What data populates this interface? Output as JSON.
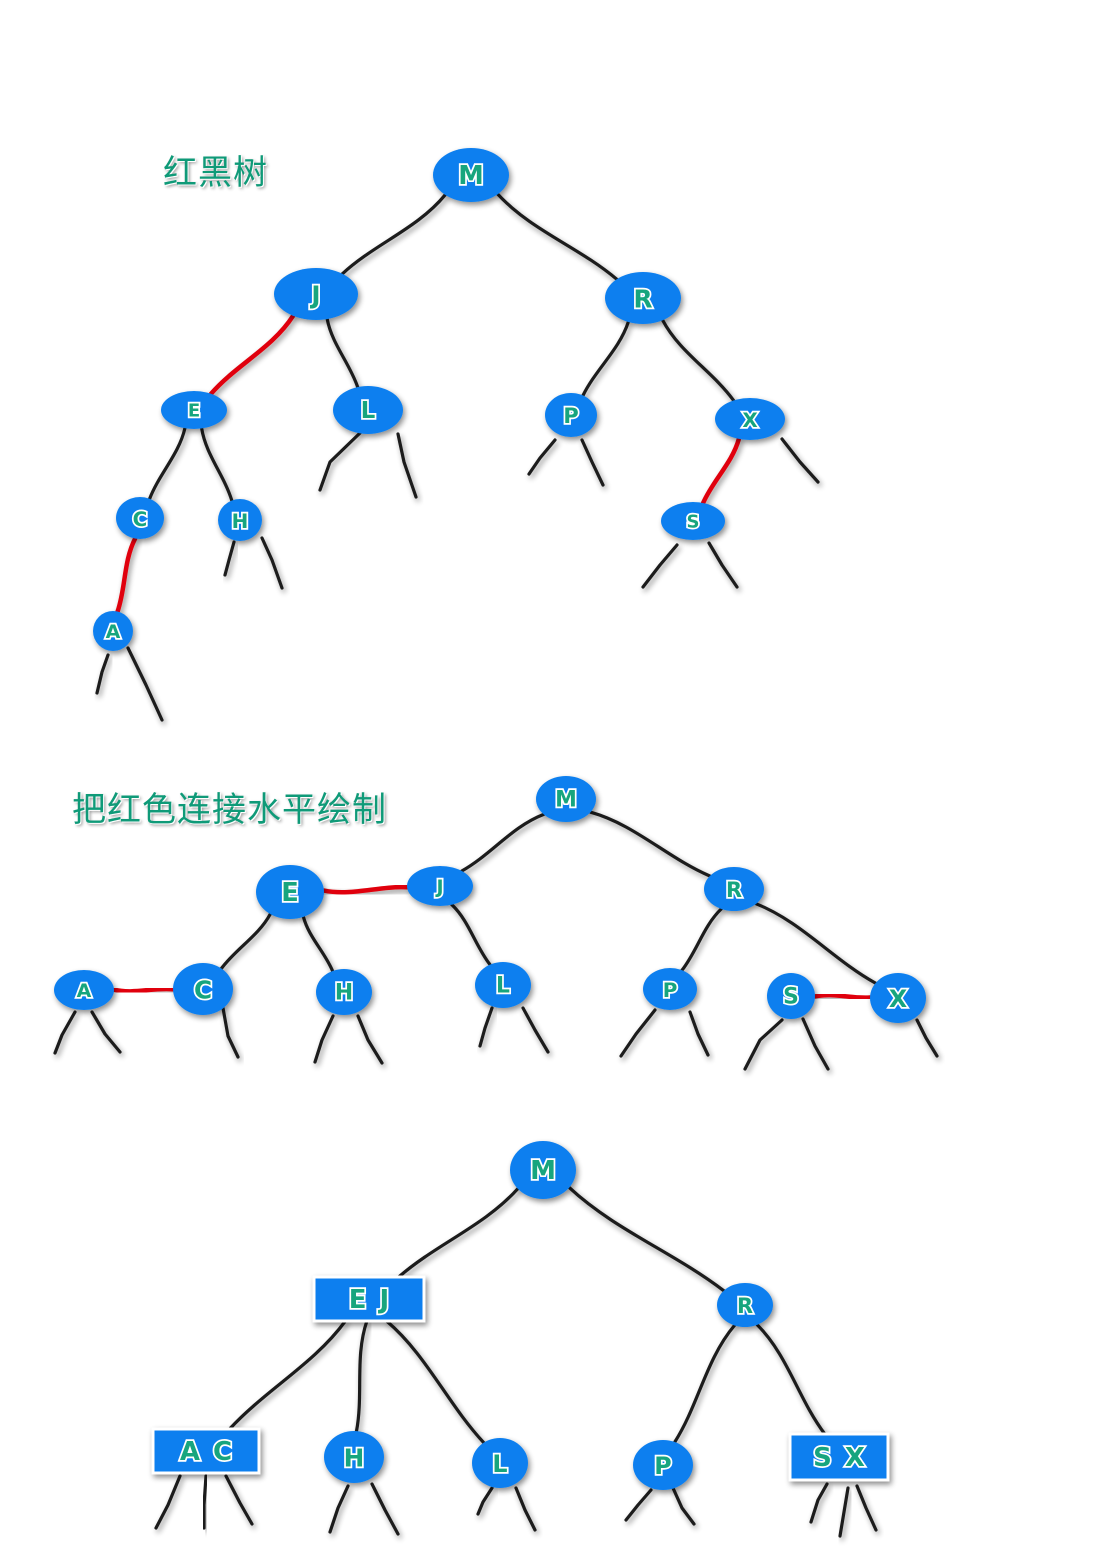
{
  "captions": {
    "red_black_tree": "红黑树",
    "horizontal_red": "把红色连接水平绘制"
  },
  "colors": {
    "node_fill": "#0b7fef",
    "label_text": "#17a57e",
    "red_link": "#e0000a",
    "black_link": "#1b1b1b",
    "caption_text": "#0f9a78"
  },
  "diagrams": [
    {
      "name": "red-black-tree",
      "nodes": [
        {
          "id": "M",
          "label": "M"
        },
        {
          "id": "J",
          "label": "J"
        },
        {
          "id": "R",
          "label": "R"
        },
        {
          "id": "E",
          "label": "E"
        },
        {
          "id": "L",
          "label": "L"
        },
        {
          "id": "P",
          "label": "P"
        },
        {
          "id": "X",
          "label": "X"
        },
        {
          "id": "C",
          "label": "C"
        },
        {
          "id": "H",
          "label": "H"
        },
        {
          "id": "S",
          "label": "S"
        },
        {
          "id": "A",
          "label": "A"
        }
      ],
      "links": [
        {
          "from": "M",
          "to": "J",
          "color": "black"
        },
        {
          "from": "M",
          "to": "R",
          "color": "black"
        },
        {
          "from": "J",
          "to": "E",
          "color": "red"
        },
        {
          "from": "J",
          "to": "L",
          "color": "black"
        },
        {
          "from": "R",
          "to": "P",
          "color": "black"
        },
        {
          "from": "R",
          "to": "X",
          "color": "black"
        },
        {
          "from": "E",
          "to": "C",
          "color": "black"
        },
        {
          "from": "E",
          "to": "H",
          "color": "black"
        },
        {
          "from": "X",
          "to": "S",
          "color": "red"
        },
        {
          "from": "C",
          "to": "A",
          "color": "red"
        }
      ]
    },
    {
      "name": "red-links-horizontal",
      "nodes": [
        {
          "id": "M",
          "label": "M"
        },
        {
          "id": "E",
          "label": "E"
        },
        {
          "id": "J",
          "label": "J"
        },
        {
          "id": "R",
          "label": "R"
        },
        {
          "id": "A",
          "label": "A"
        },
        {
          "id": "C",
          "label": "C"
        },
        {
          "id": "H",
          "label": "H"
        },
        {
          "id": "L",
          "label": "L"
        },
        {
          "id": "P",
          "label": "P"
        },
        {
          "id": "S",
          "label": "S"
        },
        {
          "id": "X",
          "label": "X"
        }
      ],
      "links": [
        {
          "from": "M",
          "to": "J",
          "color": "black"
        },
        {
          "from": "M",
          "to": "R",
          "color": "black"
        },
        {
          "from": "E",
          "to": "J",
          "color": "red"
        },
        {
          "from": "E",
          "to": "C",
          "color": "black"
        },
        {
          "from": "E",
          "to": "H",
          "color": "black"
        },
        {
          "from": "J",
          "to": "L",
          "color": "black"
        },
        {
          "from": "R",
          "to": "P",
          "color": "black"
        },
        {
          "from": "R",
          "to": "X",
          "color": "black"
        },
        {
          "from": "A",
          "to": "C",
          "color": "red"
        },
        {
          "from": "S",
          "to": "X",
          "color": "red"
        }
      ]
    },
    {
      "name": "2-3-tree",
      "nodes": [
        {
          "id": "M",
          "label": "M"
        },
        {
          "id": "EJ",
          "label": "E J"
        },
        {
          "id": "R",
          "label": "R"
        },
        {
          "id": "AC",
          "label": "A C"
        },
        {
          "id": "H",
          "label": "H"
        },
        {
          "id": "L",
          "label": "L"
        },
        {
          "id": "P",
          "label": "P"
        },
        {
          "id": "SX",
          "label": "S X"
        }
      ],
      "links": [
        {
          "from": "M",
          "to": "EJ",
          "color": "black"
        },
        {
          "from": "M",
          "to": "R",
          "color": "black"
        },
        {
          "from": "EJ",
          "to": "AC",
          "color": "black"
        },
        {
          "from": "EJ",
          "to": "H",
          "color": "black"
        },
        {
          "from": "EJ",
          "to": "L",
          "color": "black"
        },
        {
          "from": "R",
          "to": "P",
          "color": "black"
        },
        {
          "from": "R",
          "to": "SX",
          "color": "black"
        }
      ]
    }
  ]
}
